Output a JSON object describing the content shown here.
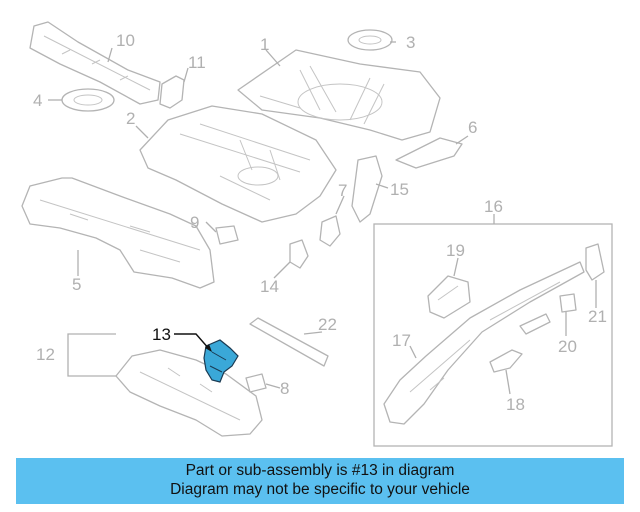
{
  "diagram": {
    "highlighted_part": "13",
    "highlight_color": "#3aa8d8",
    "callouts": {
      "c1": "1",
      "c2": "2",
      "c3": "3",
      "c4": "4",
      "c5": "5",
      "c6": "6",
      "c7": "7",
      "c8": "8",
      "c9": "9",
      "c10": "10",
      "c11": "11",
      "c12": "12",
      "c13": "13",
      "c14": "14",
      "c15": "15",
      "c16": "16",
      "c17": "17",
      "c18": "18",
      "c19": "19",
      "c20": "20",
      "c21": "21",
      "c22": "22"
    }
  },
  "banner": {
    "line1": "Part or sub-assembly is #13 in diagram",
    "line2": "Diagram may not be specific to your vehicle",
    "color": "#5bc0f0"
  }
}
